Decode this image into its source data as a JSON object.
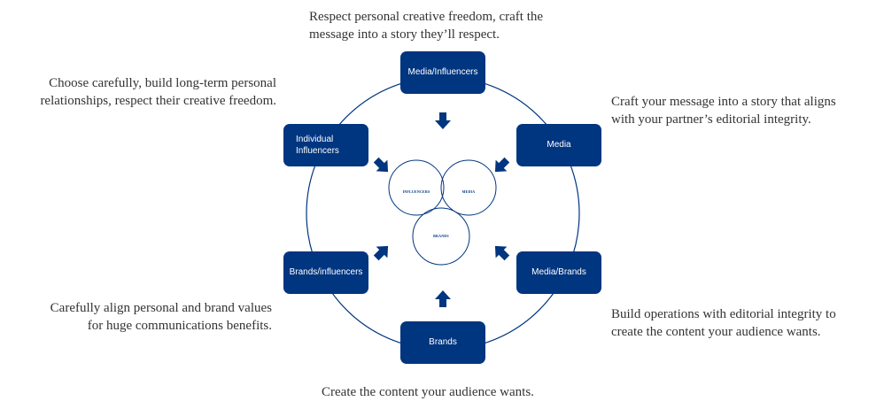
{
  "nodes": {
    "top": "Media/Influencers",
    "top_left_line1": "Individual",
    "top_left_line2": "Influencers",
    "top_right": "Media",
    "bottom_right": "Media/Brands",
    "bottom": "Brands",
    "bottom_left": "Brands/influencers"
  },
  "notes": {
    "top_line1": "Respect personal creative freedom, craft the",
    "top_line2": "message into a story they’ll respect.",
    "top_left_line1": "Choose carefully, build long-term personal",
    "top_left_line2": "relationships, respect their creative freedom.",
    "top_right_line1": "Craft your message into a story that aligns",
    "top_right_line2": "with your partner’s editorial integrity.",
    "bottom_right_line1": "Build operations with editorial integrity to",
    "bottom_right_line2": "create the content your audience wants.",
    "bottom": "Create the content your audience wants.",
    "bottom_left_line1": "Carefully align personal and brand values",
    "bottom_left_line2": "for huge communications benefits."
  },
  "venn": {
    "left": "INFLUENCERS",
    "right": "MEDIA",
    "bottom": "BRANDS"
  },
  "colors": {
    "node_fill": "#003580",
    "ring": "#003580",
    "text": "#333333"
  }
}
